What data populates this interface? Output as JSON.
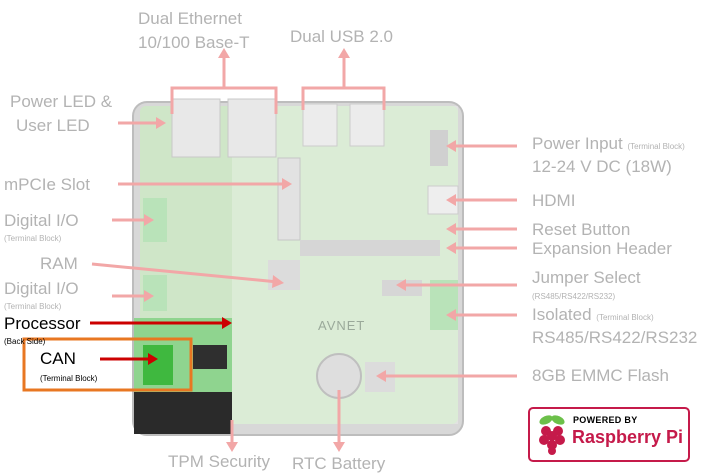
{
  "labels": {
    "dual_ethernet_1": "Dual Ethernet",
    "dual_ethernet_2": "10/100 Base-T",
    "dual_usb": "Dual USB 2.0",
    "power_led_1": "Power LED &",
    "power_led_2": "User LED",
    "mpcie_slot": "mPCIe Slot",
    "digital_io": "Digital I/O",
    "terminal_block": "(Terminal Block)",
    "ram": "RAM",
    "processor": "Processor",
    "back_side": "(Back Side)",
    "can": "CAN",
    "power_input": "Power Input",
    "voltage": "12-24 V DC (18W)",
    "hdmi": "HDMI",
    "reset_button": "Reset Button",
    "expansion_header": "Expansion Header",
    "jumper_select": "Jumper Select",
    "jumper_sub": "(RS485/RS422/RS232)",
    "isolated": "Isolated",
    "isolated_protocols": "RS485/RS422/RS232",
    "emmc_flash": "8GB EMMC Flash",
    "tpm_security": "TPM Security",
    "rtc_battery": "RTC Battery"
  },
  "board": {
    "brand": "AVNET"
  },
  "badge": {
    "powered_by": "POWERED BY",
    "name": "Raspberry Pi"
  },
  "colors": {
    "annotation": "#f2a7a7",
    "highlight": "#e87722",
    "arrow_dark": "#cc0000",
    "board_green": "#c8e6c0",
    "rpi_red": "#c51a4a"
  }
}
